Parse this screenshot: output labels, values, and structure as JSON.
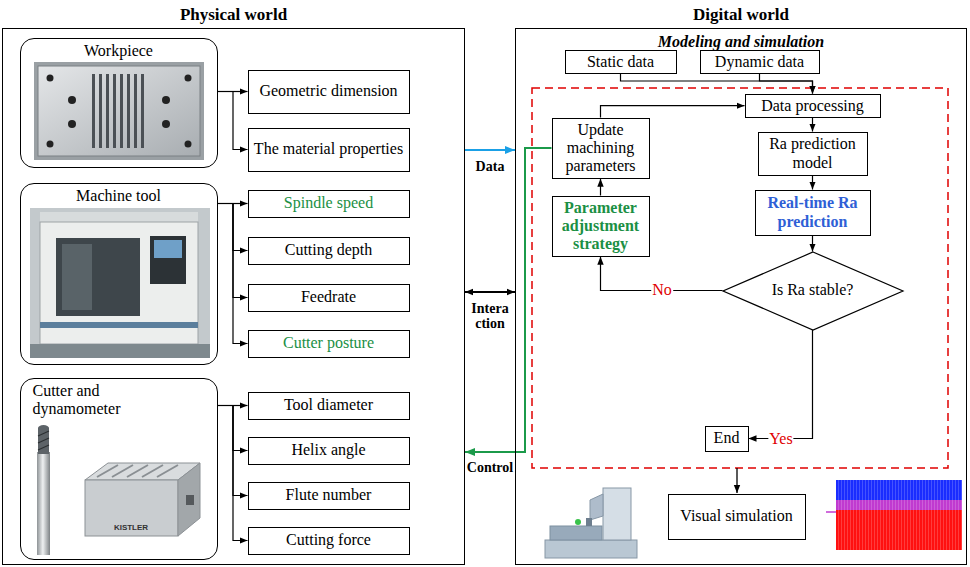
{
  "diagram": {
    "nodes": [
      {
        "text": [
          "Physical world"
        ]
      },
      {
        "text": [
          "Workpiece"
        ],
        "in": 0
      },
      {
        "text": [
          "Geometric dimension"
        ],
        "in": 0
      },
      {
        "text": [
          "The material properties"
        ],
        "in": 0
      },
      {
        "text": [
          "Machine tool"
        ],
        "in": 0
      },
      {
        "text": [
          "Spindle speed"
        ],
        "in": 0
      },
      {
        "text": [
          "Cutting depth"
        ],
        "in": 0
      },
      {
        "text": [
          "Feedrate"
        ],
        "in": 0
      },
      {
        "text": [
          "Cutter posture"
        ],
        "in": 0
      },
      {
        "text": [
          "Cutter and dynamometer"
        ],
        "in": 0
      },
      {
        "text": [
          "Tool diameter"
        ],
        "in": 0
      },
      {
        "text": [
          "Helix angle"
        ],
        "in": 0
      },
      {
        "text": [
          "Flute number"
        ],
        "in": 0
      },
      {
        "text": [
          "Cutting force"
        ],
        "in": 0
      },
      {
        "text": [
          "Digital world",
          "Modeling and simulation"
        ]
      },
      {
        "text": [
          "Static data"
        ],
        "in": 14
      },
      {
        "text": [
          "Dynamic data"
        ],
        "in": 14
      },
      {
        "text": [
          "Data processing"
        ],
        "in": 14
      },
      {
        "text": [
          "Ra prediction model"
        ],
        "in": 14
      },
      {
        "text": [
          "Real-time Ra prediction"
        ],
        "in": 14
      },
      {
        "text": [
          "Is Ra stable?"
        ],
        "in": 14
      },
      {
        "text": [
          "Parameter adjustment strategy"
        ],
        "in": 14
      },
      {
        "text": [
          "Update machining parameters"
        ],
        "in": 14
      },
      {
        "text": [
          "End"
        ],
        "in": 14
      },
      {
        "text": [
          "Visual simulation"
        ],
        "in": 14
      }
    ],
    "edges": [
      {
        "from": 1,
        "to": 2,
        "arrow": "to"
      },
      {
        "from": 1,
        "to": 3,
        "arrow": "to"
      },
      {
        "from": 4,
        "to": 5,
        "arrow": "to"
      },
      {
        "from": 4,
        "to": 6,
        "arrow": "to"
      },
      {
        "from": 4,
        "to": 7,
        "arrow": "to"
      },
      {
        "from": 4,
        "to": 8,
        "arrow": "to"
      },
      {
        "from": 9,
        "to": 10,
        "arrow": "to"
      },
      {
        "from": 9,
        "to": 11,
        "arrow": "to"
      },
      {
        "from": 9,
        "to": 12,
        "arrow": "to"
      },
      {
        "from": 9,
        "to": 13,
        "arrow": "to"
      },
      {
        "from": 0,
        "to": 14,
        "arrow": "to",
        "label": "Data"
      },
      {
        "from": 0,
        "to": 14,
        "arrow": "both",
        "label": "Intera ction"
      },
      {
        "from": 22,
        "to": 0,
        "arrow": "to",
        "label": "Control"
      },
      {
        "from": 15,
        "to": 17,
        "arrow": "to"
      },
      {
        "from": 16,
        "to": 17,
        "arrow": "to"
      },
      {
        "from": 17,
        "to": 18,
        "arrow": "to"
      },
      {
        "from": 18,
        "to": 19,
        "arrow": "to"
      },
      {
        "from": 19,
        "to": 20,
        "arrow": "to"
      },
      {
        "from": 20,
        "to": 21,
        "arrow": "to",
        "label": "No"
      },
      {
        "from": 20,
        "to": 23,
        "arrow": "to",
        "label": "Yes"
      },
      {
        "from": 21,
        "to": 22,
        "arrow": "to"
      },
      {
        "from": 22,
        "to": 17,
        "arrow": "to"
      }
    ],
    "labels": [
      "KISTLER"
    ]
  }
}
